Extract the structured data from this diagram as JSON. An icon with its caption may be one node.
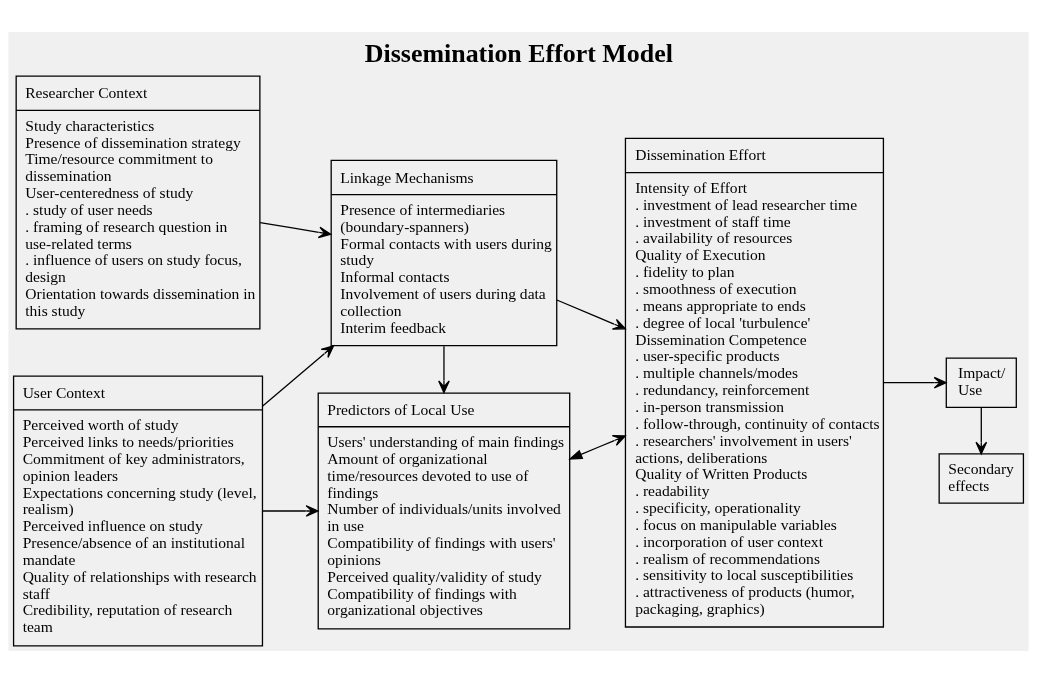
{
  "diagram": {
    "title": "Dissemination Effort Model",
    "nodes": [
      {
        "text": [
          "Researcher Context",
          "Study characteristics",
          "Presence of dissemination strategy",
          "Time/resource commitment to dissemination",
          "User-centeredness of study",
          ". study of user needs",
          ". framing of research question in use-related terms",
          ". influence of users on study focus, design",
          "Orientation towards dissemination in this study"
        ]
      },
      {
        "text": [
          "User Context",
          "Perceived worth of study",
          "Perceived links to needs/priorities",
          "Commitment of key administrators, opinion leaders",
          "Expectations concerning study (level, realism)",
          "Perceived influence on study",
          "Presence/absence of an institutional mandate",
          "Quality of relationships with research staff",
          "Credibility, reputation of research team"
        ]
      },
      {
        "text": [
          "Linkage Mechanisms",
          "Presence of intermediaries (boundary-spanners)",
          "Formal contacts with users during study",
          "Informal contacts",
          "Involvement of users during data collection",
          "Interim feedback"
        ]
      },
      {
        "text": [
          "Predictors of Local Use",
          "Users' understanding of main findings",
          "Amount of organizational time/resources devoted to use of findings",
          "Number of individuals/units involved in use",
          "Compatibility of findings with users' opinions",
          "Perceived quality/validity of study",
          "Compatibility of findings with organizational objectives"
        ]
      },
      {
        "text": [
          "Dissemination Effort",
          "Intensity of Effort",
          ". investment of lead researcher time",
          ". investment of staff time",
          ". availability of resources",
          "Quality of Execution",
          ". fidelity to plan",
          ". smoothness of execution",
          ". means appropriate to ends",
          ". degree of local 'turbulence'",
          "Dissemination Competence",
          ". user-specific products",
          ". multiple channels/modes",
          ". redundancy, reinforcement",
          ". in-person transmission",
          ". follow-through, continuity of contacts",
          ". researchers' involvement in users' actions, deliberations",
          "Quality of Written Products",
          ". readability",
          ". specificity, operationality",
          ". focus on manipulable variables",
          ". incorporation of user context",
          ". realism of recommendations",
          ". sensitivity to local susceptibilities",
          ". attractiveness of products (humor, packaging, graphics)"
        ]
      },
      {
        "text": [
          "Impact/ Use"
        ]
      },
      {
        "text": [
          "Secondary effects"
        ]
      }
    ],
    "edges": [
      {
        "from": 0,
        "to": 2,
        "arrow": "to"
      },
      {
        "from": 1,
        "to": 2,
        "arrow": "to"
      },
      {
        "from": 1,
        "to": 3,
        "arrow": "to"
      },
      {
        "from": 2,
        "to": 3,
        "arrow": "to"
      },
      {
        "from": 2,
        "to": 4,
        "arrow": "to"
      },
      {
        "from": 3,
        "to": 4,
        "arrow": "both"
      },
      {
        "from": 4,
        "to": 5,
        "arrow": "to"
      },
      {
        "from": 5,
        "to": 6,
        "arrow": "to"
      }
    ]
  }
}
